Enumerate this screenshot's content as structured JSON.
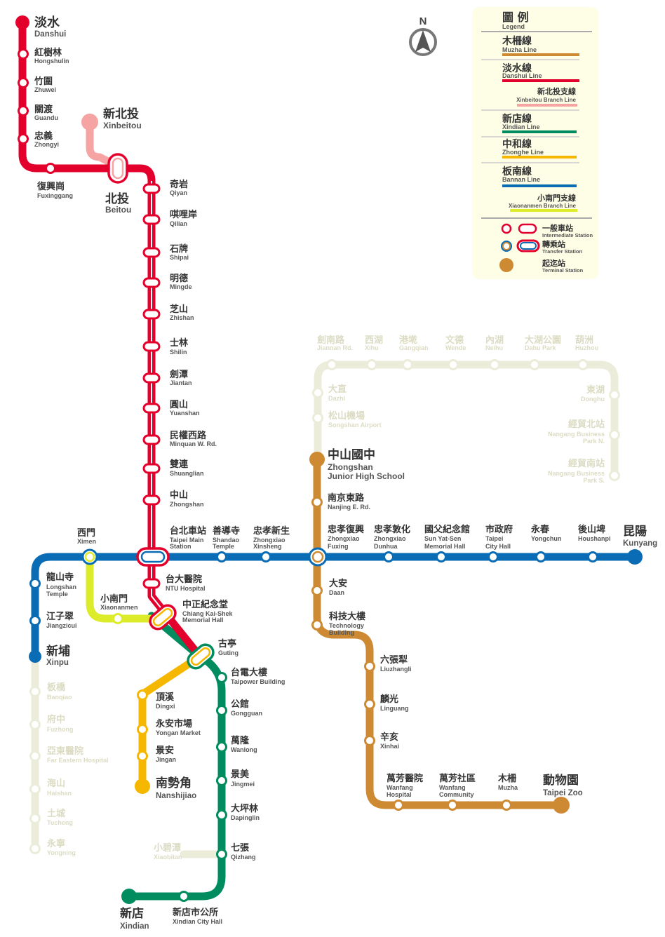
{
  "colors": {
    "danshui": "#e3002c",
    "xinbeitou": "#f5a3a3",
    "bannan": "#0a6cb4",
    "muzha": "#cd8a33",
    "xindian": "#008c5f",
    "zhonghe": "#f5b700",
    "xiaonanmen": "#dcec2a",
    "future": "#ececda",
    "legend_bg": "#fefee6",
    "text": "#333333"
  },
  "north_arrow": {
    "label": "N"
  },
  "legend": {
    "title_zh": "圖 例",
    "title_en": "Legend",
    "lines": [
      {
        "zh": "木柵線",
        "en": "Muzha Line",
        "color_key": "muzha"
      },
      {
        "zh": "淡水線",
        "en": "Danshui Line",
        "color_key": "danshui"
      },
      {
        "zh": "新北投支線",
        "en": "Xinbeitou Branch Line",
        "color_key": "xinbeitou"
      },
      {
        "zh": "新店線",
        "en": "Xindian Line",
        "color_key": "xindian"
      },
      {
        "zh": "中和線",
        "en": "Zhonghe Line",
        "color_key": "zhonghe"
      },
      {
        "zh": "板南線",
        "en": "Bannan Line",
        "color_key": "bannan"
      },
      {
        "zh": "小南門支線",
        "en": "Xiaonanmen Branch Line",
        "color_key": "xiaonanmen"
      }
    ],
    "symbols": [
      {
        "zh": "一般車站",
        "en": "Intermediate Station"
      },
      {
        "zh": "轉乘站",
        "en": "Transfer Station"
      },
      {
        "zh": "起迄站",
        "en": "Terminal Station"
      }
    ]
  },
  "stations": {
    "danshui": [
      {
        "zh": "淡水",
        "en": "Danshui"
      },
      {
        "zh": "紅樹林",
        "en": "Hongshulin"
      },
      {
        "zh": "竹圍",
        "en": "Zhuwei"
      },
      {
        "zh": "關渡",
        "en": "Guandu"
      },
      {
        "zh": "忠義",
        "en": "Zhongyi"
      },
      {
        "zh": "復興崗",
        "en": "Fuxinggang"
      },
      {
        "zh": "北投",
        "en": "Beitou"
      },
      {
        "zh": "奇岩",
        "en": "Qiyan"
      },
      {
        "zh": "唭哩岸",
        "en": "Qilian"
      },
      {
        "zh": "石牌",
        "en": "Shipai"
      },
      {
        "zh": "明德",
        "en": "Mingde"
      },
      {
        "zh": "芝山",
        "en": "Zhishan"
      },
      {
        "zh": "士林",
        "en": "Shilin"
      },
      {
        "zh": "劍潭",
        "en": "Jiantan"
      },
      {
        "zh": "圓山",
        "en": "Yuanshan"
      },
      {
        "zh": "民權西路",
        "en": "Minquan W. Rd."
      },
      {
        "zh": "雙連",
        "en": "Shuanglian"
      },
      {
        "zh": "中山",
        "en": "Zhongshan"
      },
      {
        "zh": "台北車站",
        "en": "Taipei Main",
        "en2": "Station"
      },
      {
        "zh": "台大醫院",
        "en": "NTU Hospital"
      },
      {
        "zh": "中正紀念堂",
        "en": "Chiang Kai-Shek",
        "en2": "Memorial Hall"
      }
    ],
    "xinbeitou": {
      "zh": "新北投",
      "en": "Xinbeitou"
    },
    "bannan": [
      {
        "zh": "新埔",
        "en": "Xinpu"
      },
      {
        "zh": "江子翠",
        "en": "Jiangzicui"
      },
      {
        "zh": "龍山寺",
        "en": "Longshan",
        "en2": "Temple"
      },
      {
        "zh": "西門",
        "en": "Ximen"
      },
      {
        "zh": "善導寺",
        "en": "Shandao",
        "en2": "Temple"
      },
      {
        "zh": "忠孝新生",
        "en": "Zhongxiao",
        "en2": "Xinsheng"
      },
      {
        "zh": "忠孝復興",
        "en": "Zhongxiao",
        "en2": "Fuxing"
      },
      {
        "zh": "忠孝敦化",
        "en": "Zhongxiao",
        "en2": "Dunhua"
      },
      {
        "zh": "國父紀念館",
        "en": "Sun Yat-Sen",
        "en2": "Memorial Hall"
      },
      {
        "zh": "市政府",
        "en": "Taipei",
        "en2": "City Hall"
      },
      {
        "zh": "永春",
        "en": "Yongchun"
      },
      {
        "zh": "後山埤",
        "en": "Houshanpi"
      },
      {
        "zh": "昆陽",
        "en": "Kunyang"
      }
    ],
    "bannan_future": [
      {
        "zh": "板橋",
        "en": "Banqiao"
      },
      {
        "zh": "府中",
        "en": "Fuzhong"
      },
      {
        "zh": "亞東醫院",
        "en": "Far Eastern Hospital"
      },
      {
        "zh": "海山",
        "en": "Haishan"
      },
      {
        "zh": "土城",
        "en": "Tucheng"
      },
      {
        "zh": "永寧",
        "en": "Yongning"
      }
    ],
    "muzha": [
      {
        "zh": "中山國中",
        "en": "Zhongshan",
        "en2": "Junior High School"
      },
      {
        "zh": "南京東路",
        "en": "Nanjing E. Rd."
      },
      {
        "zh": "大安",
        "en": "Daan"
      },
      {
        "zh": "科技大樓",
        "en": "Technology",
        "en2": "Building"
      },
      {
        "zh": "六張犁",
        "en": "Liuzhangli"
      },
      {
        "zh": "麟光",
        "en": "Linguang"
      },
      {
        "zh": "辛亥",
        "en": "Xinhai"
      },
      {
        "zh": "萬芳醫院",
        "en": "Wanfang",
        "en2": "Hospital"
      },
      {
        "zh": "萬芳社區",
        "en": "Wanfang",
        "en2": "Community"
      },
      {
        "zh": "木柵",
        "en": "Muzha"
      },
      {
        "zh": "動物園",
        "en": "Taipei Zoo"
      }
    ],
    "muzha_future": [
      {
        "zh": "劍南路",
        "en": "Jiannan Rd."
      },
      {
        "zh": "西湖",
        "en": "Xihu"
      },
      {
        "zh": "港墘",
        "en": "Gangqian"
      },
      {
        "zh": "文德",
        "en": "Wende"
      },
      {
        "zh": "內湖",
        "en": "Neihu"
      },
      {
        "zh": "大湖公園",
        "en": "Dahu Park"
      },
      {
        "zh": "葫洲",
        "en": "Huzhou"
      },
      {
        "zh": "大直",
        "en": "Dazhi"
      },
      {
        "zh": "松山機場",
        "en": "Songshan Airport"
      },
      {
        "zh": "東湖",
        "en": "Donghu"
      },
      {
        "zh": "經貿北站",
        "en": "Nangang Business",
        "en2": "Park N."
      },
      {
        "zh": "經貿南站",
        "en": "Nangang Business",
        "en2": "Park S."
      }
    ],
    "xindian": [
      {
        "zh": "古亭",
        "en": "Guting"
      },
      {
        "zh": "台電大樓",
        "en": "Taipower Building"
      },
      {
        "zh": "公館",
        "en": "Gongguan"
      },
      {
        "zh": "萬隆",
        "en": "Wanlong"
      },
      {
        "zh": "景美",
        "en": "Jingmei"
      },
      {
        "zh": "大坪林",
        "en": "Dapinglin"
      },
      {
        "zh": "七張",
        "en": "Qizhang"
      },
      {
        "zh": "新店市公所",
        "en": "Xindian City Hall"
      },
      {
        "zh": "新店",
        "en": "Xindian"
      }
    ],
    "xindian_future": {
      "zh": "小碧潭",
      "en": "Xiaobitan"
    },
    "zhonghe": [
      {
        "zh": "頂溪",
        "en": "Dingxi"
      },
      {
        "zh": "永安市場",
        "en": "Yongan Market"
      },
      {
        "zh": "景安",
        "en": "Jingan"
      },
      {
        "zh": "南勢角",
        "en": "Nanshijiao"
      }
    ],
    "xiaonanmen": {
      "zh": "小南門",
      "en": "Xiaonanmen"
    }
  }
}
